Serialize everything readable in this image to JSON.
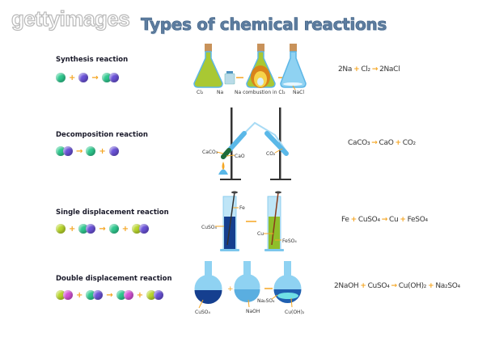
{
  "watermark": "gettyimages",
  "title": "Types of chemical reactions",
  "colors": {
    "green": "#2fc98f",
    "purple": "#6a52d8",
    "lime": "#b9d62c",
    "magenta": "#d452d6",
    "accent": "#f5a623",
    "title": "#5d7da0"
  },
  "reactions": [
    {
      "name": "Synthesis reaction",
      "balls": [
        [
          "green"
        ],
        "+",
        [
          "purple"
        ],
        "→",
        [
          "green",
          "purple"
        ]
      ],
      "equation": [
        "2Na",
        "+",
        "Cl₂",
        "→",
        "2NaCl"
      ],
      "labels": {
        "cl2": "Cl₂",
        "na": "Na",
        "combustion": "Na combustion in Cl₂",
        "nacl": "NaCl"
      }
    },
    {
      "name": "Decomposition reaction",
      "balls": [
        [
          "green",
          "purple"
        ],
        "→",
        [
          "green"
        ],
        "+",
        [
          "purple"
        ]
      ],
      "equation": [
        "CaCO₃",
        "→",
        "CaO",
        "+",
        "CO₂"
      ],
      "labels": {
        "caco3": "CaCO₃",
        "cao": "CaO",
        "co2": "CO₂"
      }
    },
    {
      "name": "Single displacement reaction",
      "balls": [
        [
          "lime"
        ],
        "+",
        [
          "green",
          "purple"
        ],
        "→",
        [
          "green"
        ],
        "+",
        [
          "lime",
          "purple"
        ]
      ],
      "equation": [
        "Fe",
        "+",
        "CuSO₄",
        "→",
        "Cu",
        "+",
        "FeSO₄"
      ],
      "labels": {
        "fe": "Fe",
        "cuso4": "CuSO₄",
        "cu": "Cu",
        "feso4": "FeSO₄"
      }
    },
    {
      "name": "Double displacement reaction",
      "balls": [
        [
          "lime",
          "magenta"
        ],
        "+",
        [
          "green",
          "purple"
        ],
        "→",
        [
          "green",
          "magenta"
        ],
        "+",
        [
          "lime",
          "purple"
        ]
      ],
      "equation": [
        "2NaOH",
        "+",
        "CuSO₄",
        "→",
        "Cu(OH)₂",
        "+",
        "Na₂SO₄"
      ],
      "labels": {
        "cuso4": "CuSO₄",
        "naoh": "NaOH",
        "na2so4": "Na₂SO₄",
        "cuoh2": "Cu(OH)₂"
      }
    }
  ]
}
